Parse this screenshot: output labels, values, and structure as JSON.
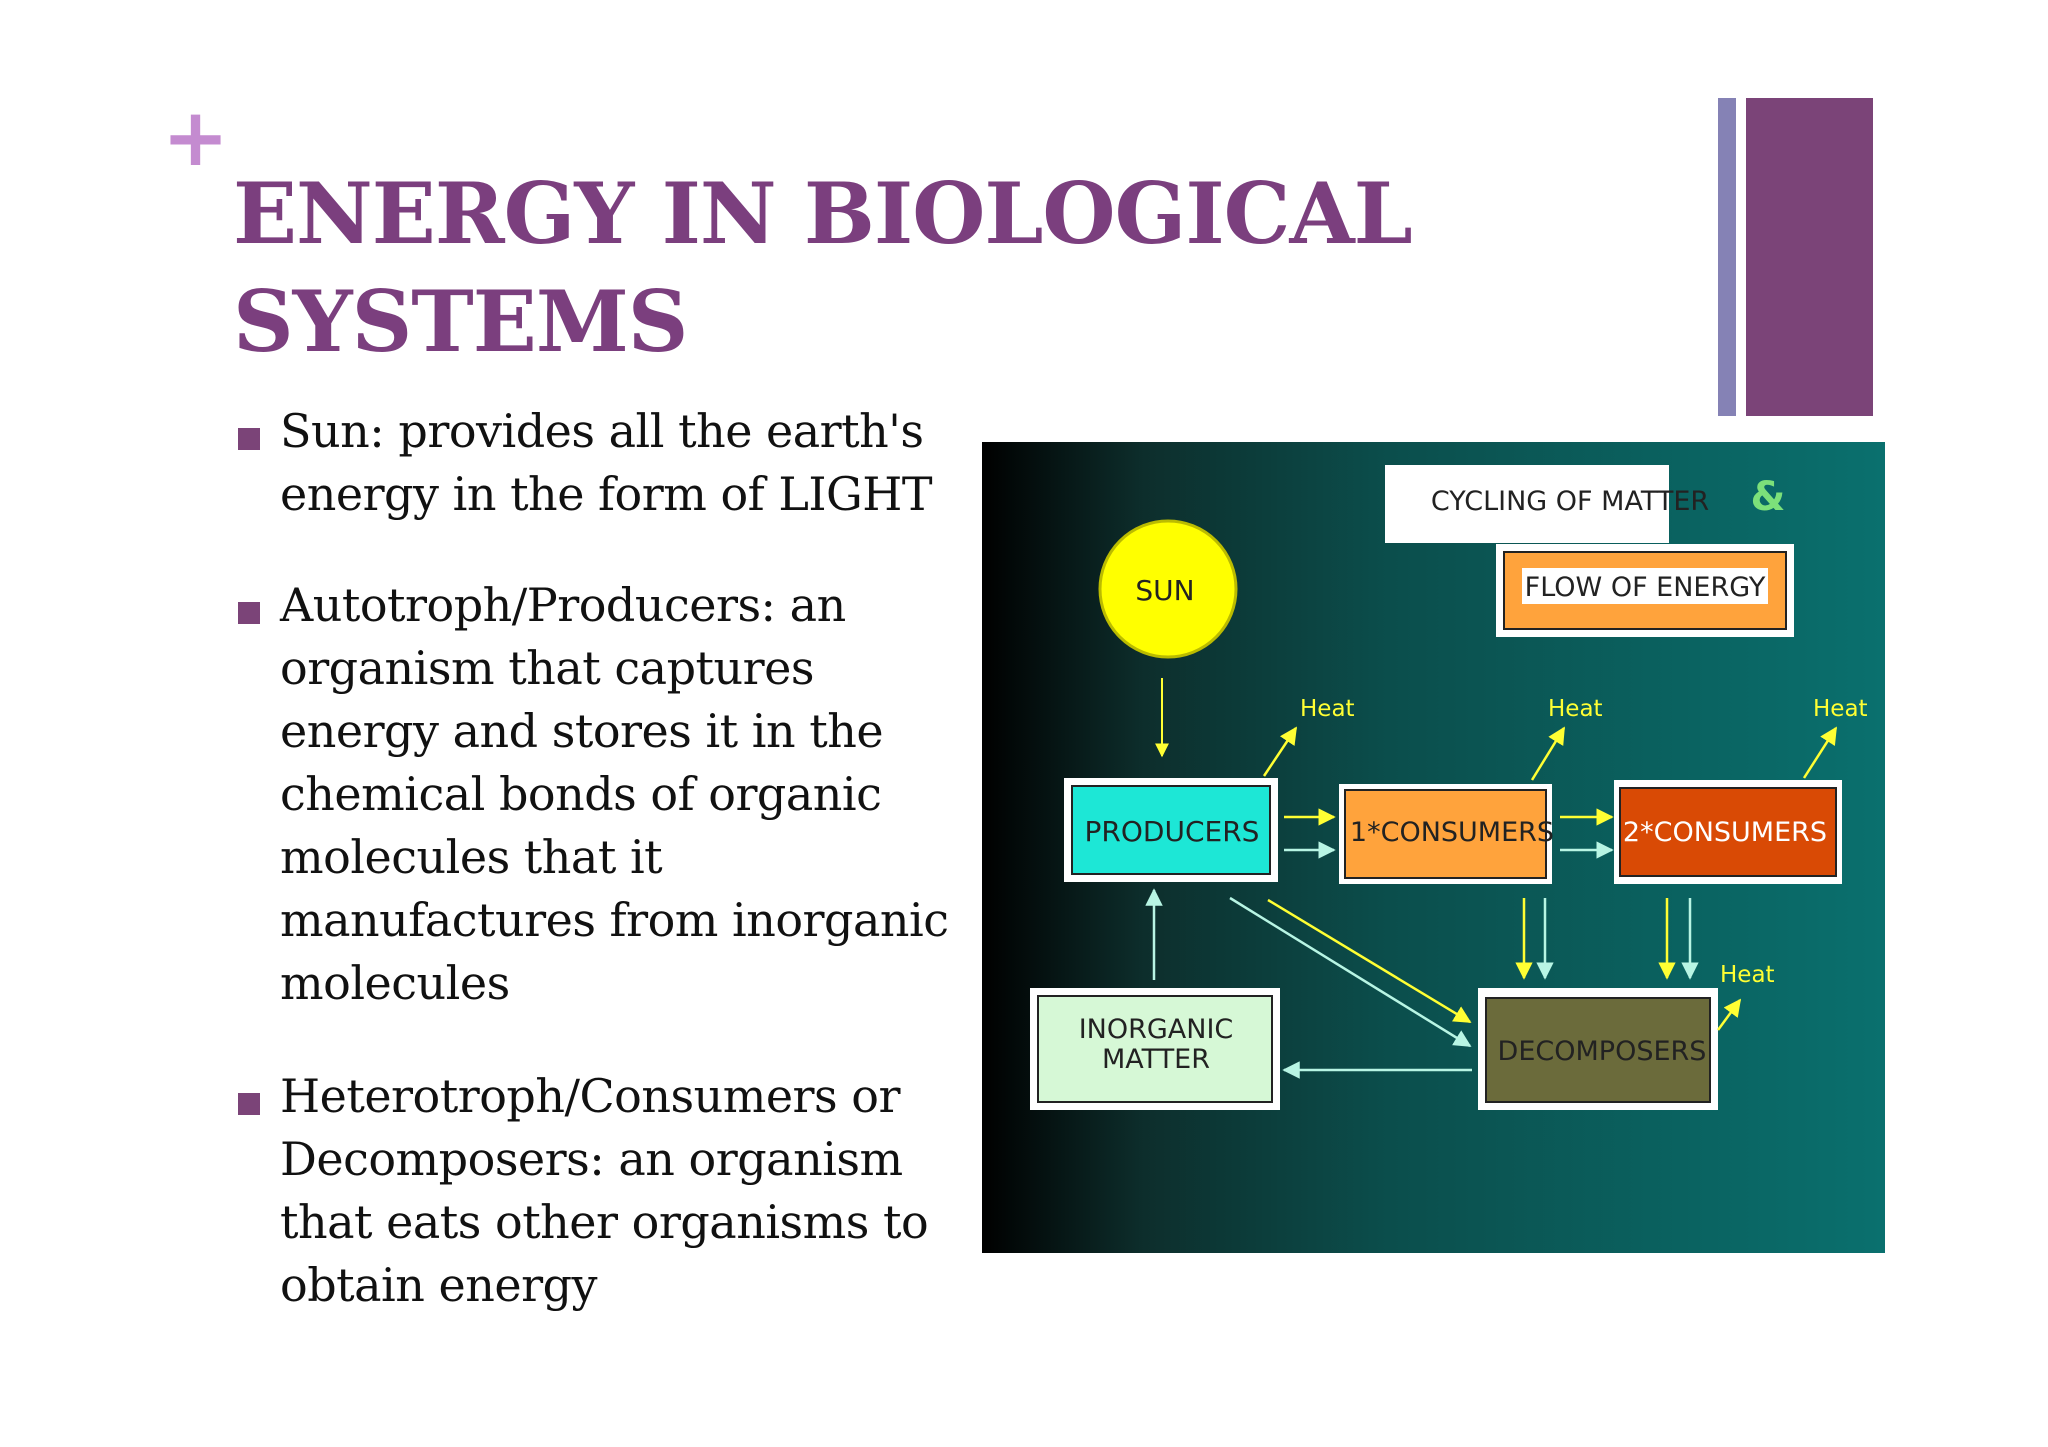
{
  "slide": {
    "plus_mark": "+",
    "title": "ENERGY IN BIOLOGICAL SYSTEMS",
    "bullets": [
      "Sun: provides all the earth's energy in the form of LIGHT",
      "Autotroph/Producers: an organism that captures energy and stores it in the chemical bonds of organic molecules that it manufactures from inorganic molecules",
      "Heterotroph/Consumers or Decomposers: an organism that eats other organisms to obtain energy"
    ]
  },
  "diagram": {
    "legend": {
      "cycling": "CYCLING OF MATTER",
      "ampersand": "&",
      "flow": "FLOW OF ENERGY"
    },
    "nodes": {
      "sun": "SUN",
      "producers": "PRODUCERS",
      "consumers1": "1*CONSUMERS",
      "consumers2": "2*CONSUMERS",
      "inorganic_line1": "INORGANIC",
      "inorganic_line2": "MATTER",
      "decomposers": "DECOMPOSERS"
    },
    "heat_label": "Heat",
    "colors": {
      "background_dark": "#000000",
      "background_teal": "#0a6e6c",
      "sun": "#ffff00",
      "producers": "#1de7d6",
      "consumers1": "#ffa33c",
      "consumers2": "#d94a05",
      "inorganic": "#d6f8d6",
      "decomposers": "#6b6b3b",
      "energy_arrow": "#ffff33",
      "matter_arrow": "#b8f5e4",
      "title_purple": "#7b3f7e"
    }
  }
}
